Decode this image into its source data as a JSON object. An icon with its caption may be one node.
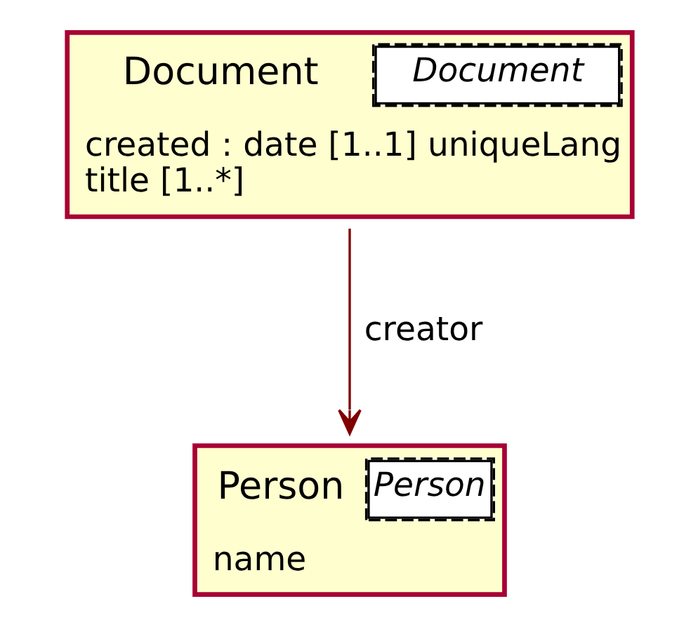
{
  "diagram": {
    "nodes": [
      {
        "text": [
          "Document",
          "Document",
          "created : date [1..1] uniqueLang",
          "title [1..*]"
        ]
      },
      {
        "text": [
          "Person",
          "Person",
          "name"
        ]
      }
    ],
    "edges": [
      {
        "from": 0,
        "to": 1,
        "arrow": "to",
        "label": "creator"
      }
    ]
  }
}
